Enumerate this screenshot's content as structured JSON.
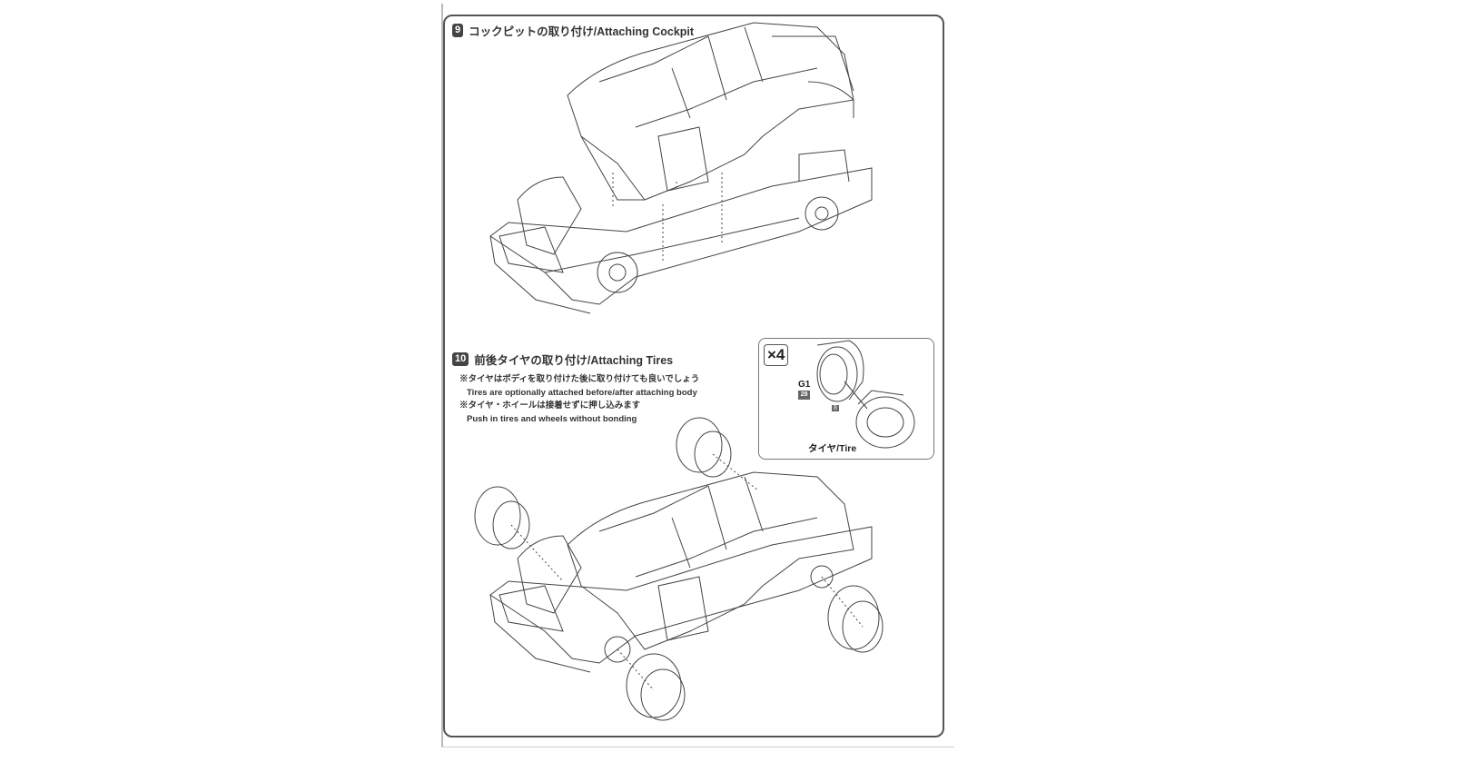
{
  "step9": {
    "number": "9",
    "title": "コックピットの取り付け/Attaching Cockpit"
  },
  "step10": {
    "number": "10",
    "title": "前後タイヤの取り付け/Attaching Tires",
    "notes": [
      "※タイヤはボディを取り付けた後に取り付けても良いでしょう",
      "Tires are optionally attached before/after attaching body",
      "※タイヤ・ホイールは接着せずに押し込みます",
      "Push in tires and wheels without bonding"
    ]
  },
  "detail": {
    "quantity": "×4",
    "part": "G1",
    "part_sub": "28",
    "ref": "8",
    "label": "タイヤ/Tire"
  }
}
